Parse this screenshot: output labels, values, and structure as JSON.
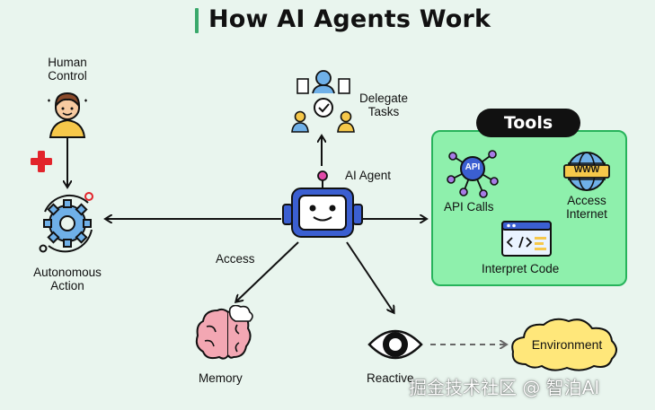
{
  "title": "How AI Agents Work",
  "nodes": {
    "human_control": "Human\nControl",
    "delegate_tasks": "Delegate\nTasks",
    "ai_agent": "AI Agent",
    "autonomous_action": "Autonomous\nAction",
    "access": "Access",
    "memory": "Memory",
    "reactive": "Reactive",
    "environment": "Environment"
  },
  "tools": {
    "header": "Tools",
    "api_calls": "API Calls",
    "access_internet": "Access\nInternet",
    "interpret_code": "Interpret Code",
    "api_icon_text": "API",
    "www_icon_text": "WWW"
  },
  "watermark": "掘金技术社区 @ 智泊AI",
  "colors": {
    "background": "#e9f5ee",
    "title_accent": "#3aa86b",
    "tools_fill": "#8ef0ac",
    "tools_border": "#27b35b",
    "robot_blue": "#3b5fd1",
    "gear_blue": "#6fb0e8",
    "brain_pink": "#f3a7b3",
    "cloud_yellow": "#ffe77a",
    "plus_red": "#e2242b"
  }
}
